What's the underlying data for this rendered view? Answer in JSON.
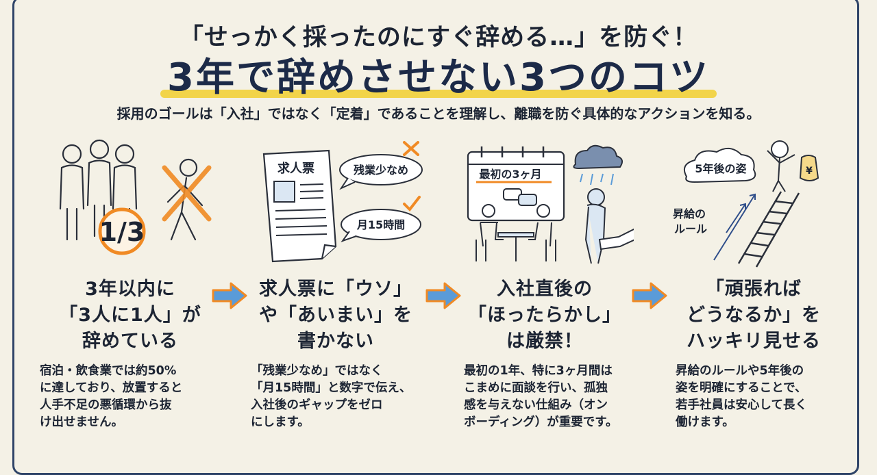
{
  "header": {
    "title_top": "「せっかく採ったのにすぐ辞める…」を防ぐ！",
    "title_main": "3年で辞めさせない3つのコツ",
    "subtitle": "採用のゴールは「入社」ではなく「定着」であることを理解し、離職を防ぐ具体的なアクションを知る。"
  },
  "colors": {
    "accent_orange": "#f08a24",
    "highlight_yellow": "#f2d44a",
    "arrow_blue": "#5a9bd8",
    "navy": "#1c2a48"
  },
  "columns": [
    {
      "illustration": {
        "icon": "people-leaving-icon",
        "fraction_label": "1/3"
      },
      "heading_lines": [
        "3年以内に",
        "「3人に1人」が",
        "辞めている"
      ],
      "body_lines": [
        "宿泊・飲食業では約50%",
        "に達しており、放置すると",
        "人手不足の悪循環から抜",
        "け出せません。"
      ]
    },
    {
      "illustration": {
        "icon": "job-posting-icon",
        "doc_label": "求人票",
        "bubble_bad": "残業少なめ",
        "bubble_good": "月15時間"
      },
      "heading_lines": [
        "求人票に「ウソ」",
        "や「あいまい」を",
        "書かない"
      ],
      "body_lines": [
        "「残業少なめ」ではなく",
        "「月15時間」と数字で伝え、",
        "入社後のギャップをゼロ",
        "にします。"
      ]
    },
    {
      "illustration": {
        "icon": "meeting-calendar-icon",
        "calendar_label": "最初の3ヶ月"
      },
      "heading_lines": [
        "入社直後の",
        "「ほったらかし」",
        "は厳禁！"
      ],
      "body_lines": [
        "最初の1年、特に3ヶ月間は",
        "こまめに面談を行い、孤独",
        "感を与えない仕組み（オン",
        "ボーディング）が重要です。"
      ]
    },
    {
      "illustration": {
        "icon": "career-ladder-icon",
        "cloud_label": "5年後の姿",
        "ladder_label_1": "昇給の",
        "ladder_label_2": "ルール"
      },
      "heading_lines": [
        "「頑張れば",
        "どうなるか」を",
        "ハッキリ見せる"
      ],
      "body_lines": [
        "昇給のルールや5年後の",
        "姿を明確にすることで、",
        "若手社員は安心して長く",
        "働けます。"
      ]
    }
  ]
}
